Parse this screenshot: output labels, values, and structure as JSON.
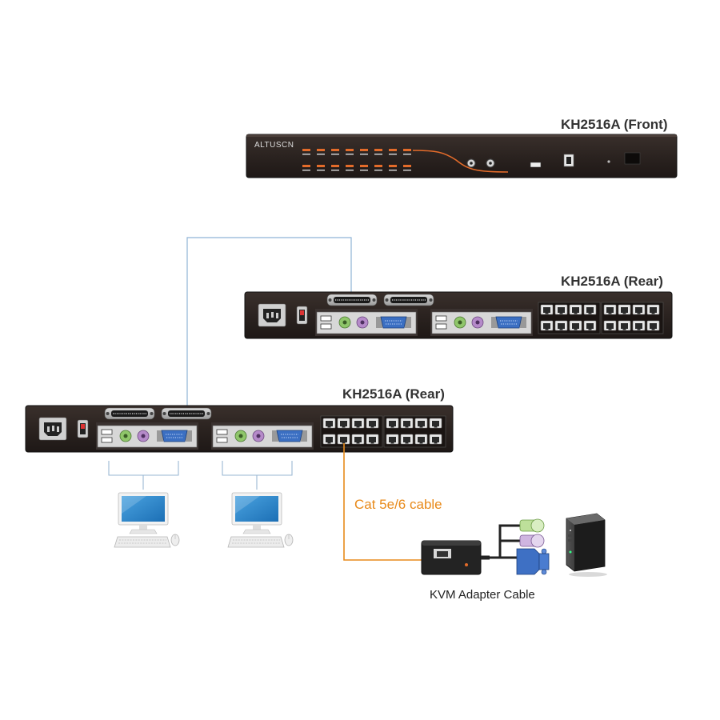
{
  "labels": {
    "front_unit": "KH2516A (Front)",
    "rear_unit_top": "KH2516A (Rear)",
    "rear_unit_bottom": "KH2516A (Rear)",
    "cable": "Cat 5e/6 cable",
    "adapter": "KVM Adapter Cable",
    "brand": "ALTUSCN"
  },
  "colors": {
    "chassis": "#2b2320",
    "daisy_chain_line": "#8fb3d6",
    "cat_cable_line": "#e88a1a",
    "console_line": "#9ab7d3",
    "label_text": "#333333",
    "cable_label": "#e88a1a"
  },
  "icons": [
    "power-socket-icon",
    "power-switch-icon",
    "usb-port-icon",
    "ps2-keyboard-port-icon",
    "ps2-mouse-port-icon",
    "vga-port-icon",
    "rj45-port-icon",
    "monitor-icon",
    "keyboard-icon",
    "mouse-icon",
    "pc-tower-icon",
    "adapter-cable-icon"
  ]
}
